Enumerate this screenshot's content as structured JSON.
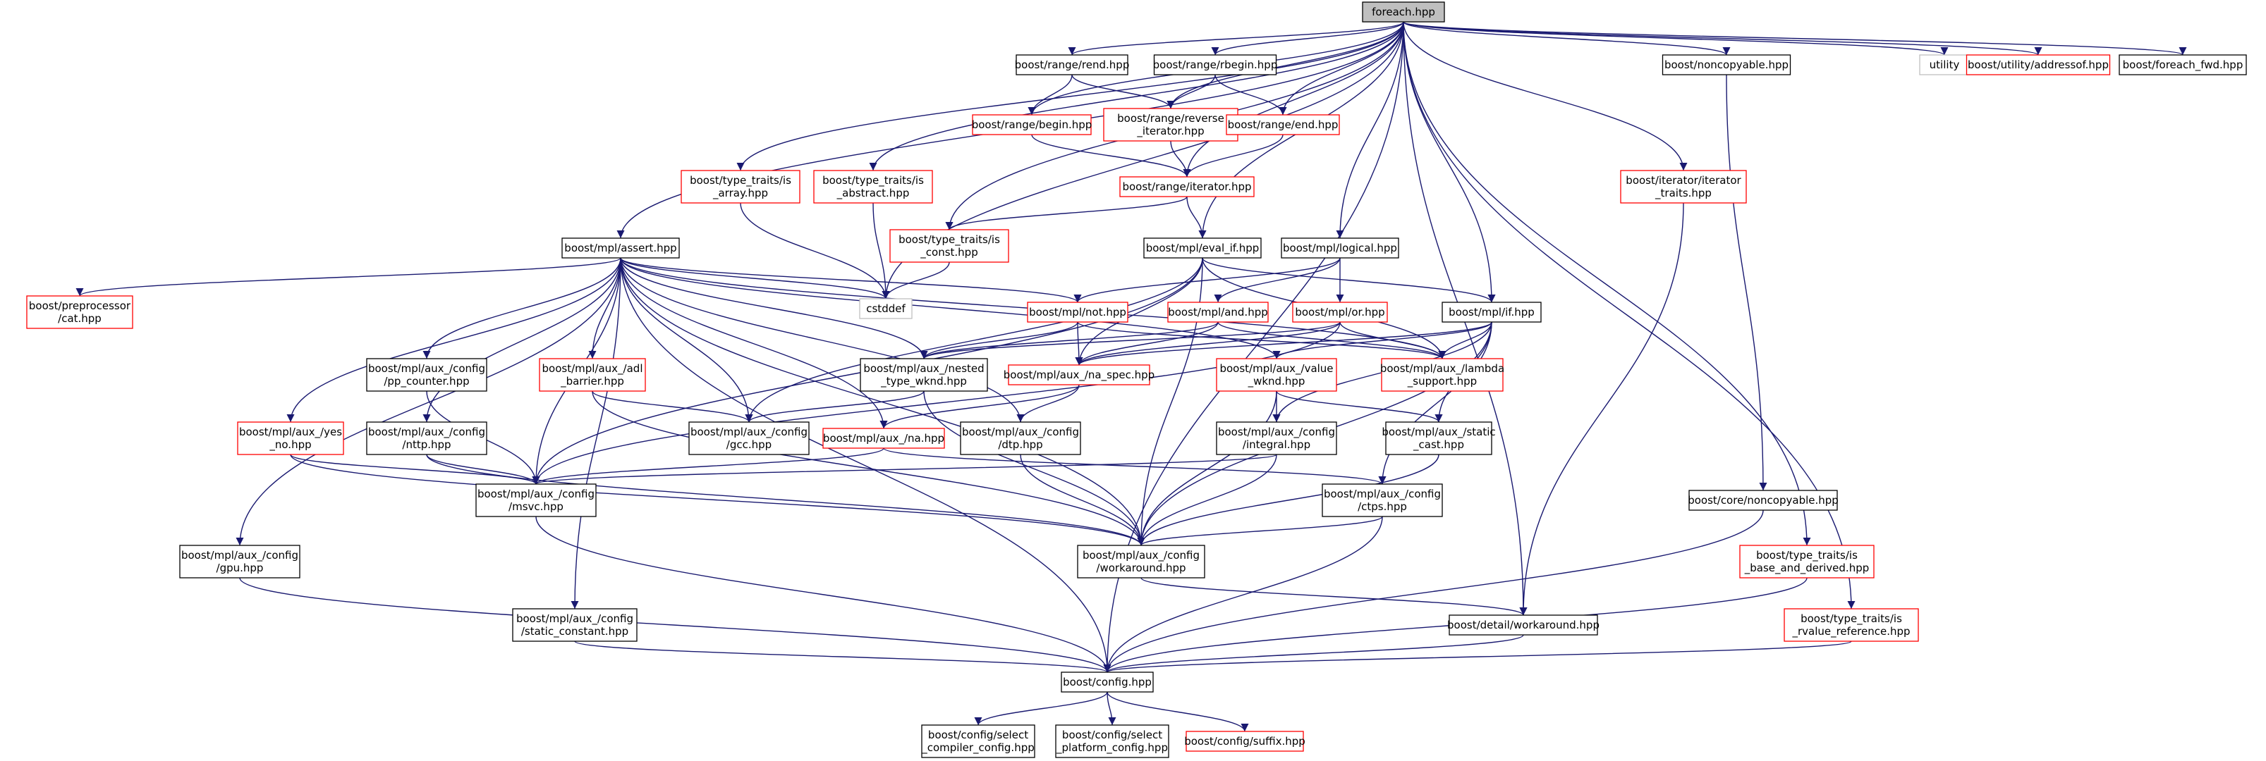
{
  "colors": {
    "edge": "#191970",
    "normal_border": "#000000",
    "missing_border": "#ff0000",
    "external_border": "#bfbfbf",
    "root_fill": "#bfbfbf",
    "background": "#ffffff"
  },
  "nodes": [
    {
      "id": "foreach",
      "label": "foreach.hpp",
      "style": "root"
    },
    {
      "id": "rend",
      "label": "boost/range/rend.hpp",
      "style": "normal"
    },
    {
      "id": "rbegin",
      "label": "boost/range/rbegin.hpp",
      "style": "normal"
    },
    {
      "id": "noncopyable",
      "label": "boost/noncopyable.hpp",
      "style": "normal"
    },
    {
      "id": "utility",
      "label": "utility",
      "style": "external"
    },
    {
      "id": "addressof",
      "label": "boost/utility/addressof.hpp",
      "style": "missing"
    },
    {
      "id": "foreach_fwd",
      "label": "boost/foreach_fwd.hpp",
      "style": "normal"
    },
    {
      "id": "begin",
      "label": "boost/range/begin.hpp",
      "style": "missing"
    },
    {
      "id": "reverse_iterator",
      "label": "boost/range/reverse\n_iterator.hpp",
      "style": "missing"
    },
    {
      "id": "end",
      "label": "boost/range/end.hpp",
      "style": "missing"
    },
    {
      "id": "is_array",
      "label": "boost/type_traits/is\n_array.hpp",
      "style": "missing"
    },
    {
      "id": "is_abstract",
      "label": "boost/type_traits/is\n_abstract.hpp",
      "style": "missing"
    },
    {
      "id": "range_iterator",
      "label": "boost/range/iterator.hpp",
      "style": "missing"
    },
    {
      "id": "iterator_traits",
      "label": "boost/iterator/iterator\n_traits.hpp",
      "style": "missing"
    },
    {
      "id": "is_const",
      "label": "boost/type_traits/is\n_const.hpp",
      "style": "missing"
    },
    {
      "id": "mpl_assert",
      "label": "boost/mpl/assert.hpp",
      "style": "normal"
    },
    {
      "id": "eval_if",
      "label": "boost/mpl/eval_if.hpp",
      "style": "normal"
    },
    {
      "id": "logical",
      "label": "boost/mpl/logical.hpp",
      "style": "normal"
    },
    {
      "id": "cstddef",
      "label": "cstddef",
      "style": "external"
    },
    {
      "id": "pp_cat",
      "label": "boost/preprocessor\n/cat.hpp",
      "style": "missing"
    },
    {
      "id": "mpl_not",
      "label": "boost/mpl/not.hpp",
      "style": "missing"
    },
    {
      "id": "mpl_and",
      "label": "boost/mpl/and.hpp",
      "style": "missing"
    },
    {
      "id": "mpl_or",
      "label": "boost/mpl/or.hpp",
      "style": "missing"
    },
    {
      "id": "mpl_if",
      "label": "boost/mpl/if.hpp",
      "style": "normal"
    },
    {
      "id": "pp_counter",
      "label": "boost/mpl/aux_/config\n/pp_counter.hpp",
      "style": "normal"
    },
    {
      "id": "adl_barrier",
      "label": "boost/mpl/aux_/adl\n_barrier.hpp",
      "style": "missing"
    },
    {
      "id": "nested_type_wknd",
      "label": "boost/mpl/aux_/nested\n_type_wknd.hpp",
      "style": "normal"
    },
    {
      "id": "na_spec",
      "label": "boost/mpl/aux_/na_spec.hpp",
      "style": "missing"
    },
    {
      "id": "value_wknd",
      "label": "boost/mpl/aux_/value\n_wknd.hpp",
      "style": "missing"
    },
    {
      "id": "lambda_support",
      "label": "boost/mpl/aux_/lambda\n_support.hpp",
      "style": "missing"
    },
    {
      "id": "yes_no",
      "label": "boost/mpl/aux_/yes\n_no.hpp",
      "style": "missing"
    },
    {
      "id": "nttp",
      "label": "boost/mpl/aux_/config\n/nttp.hpp",
      "style": "normal"
    },
    {
      "id": "gcc",
      "label": "boost/mpl/aux_/config\n/gcc.hpp",
      "style": "normal"
    },
    {
      "id": "mpl_na",
      "label": "boost/mpl/aux_/na.hpp",
      "style": "missing"
    },
    {
      "id": "dtp",
      "label": "boost/mpl/aux_/config\n/dtp.hpp",
      "style": "normal"
    },
    {
      "id": "integral",
      "label": "boost/mpl/aux_/config\n/integral.hpp",
      "style": "normal"
    },
    {
      "id": "static_cast",
      "label": "boost/mpl/aux_/static\n_cast.hpp",
      "style": "normal"
    },
    {
      "id": "msvc",
      "label": "boost/mpl/aux_/config\n/msvc.hpp",
      "style": "normal"
    },
    {
      "id": "ctps",
      "label": "boost/mpl/aux_/config\n/ctps.hpp",
      "style": "normal"
    },
    {
      "id": "core_noncopyable",
      "label": "boost/core/noncopyable.hpp",
      "style": "normal"
    },
    {
      "id": "gpu",
      "label": "boost/mpl/aux_/config\n/gpu.hpp",
      "style": "normal"
    },
    {
      "id": "mpl_workaround",
      "label": "boost/mpl/aux_/config\n/workaround.hpp",
      "style": "normal"
    },
    {
      "id": "base_and_derived",
      "label": "boost/type_traits/is\n_base_and_derived.hpp",
      "style": "missing"
    },
    {
      "id": "static_constant",
      "label": "boost/mpl/aux_/config\n/static_constant.hpp",
      "style": "normal"
    },
    {
      "id": "detail_workaround",
      "label": "boost/detail/workaround.hpp",
      "style": "normal"
    },
    {
      "id": "rvalue_reference",
      "label": "boost/type_traits/is\n_rvalue_reference.hpp",
      "style": "missing"
    },
    {
      "id": "config",
      "label": "boost/config.hpp",
      "style": "normal"
    },
    {
      "id": "select_compiler",
      "label": "boost/config/select\n_compiler_config.hpp",
      "style": "normal"
    },
    {
      "id": "select_platform",
      "label": "boost/config/select\n_platform_config.hpp",
      "style": "normal"
    },
    {
      "id": "suffix",
      "label": "boost/config/suffix.hpp",
      "style": "missing"
    }
  ],
  "edges": [
    [
      "foreach",
      "rend"
    ],
    [
      "foreach",
      "rbegin"
    ],
    [
      "foreach",
      "begin"
    ],
    [
      "foreach",
      "reverse_iterator"
    ],
    [
      "foreach",
      "end"
    ],
    [
      "foreach",
      "is_array"
    ],
    [
      "foreach",
      "is_abstract"
    ],
    [
      "foreach",
      "range_iterator"
    ],
    [
      "foreach",
      "is_const"
    ],
    [
      "foreach",
      "mpl_assert"
    ],
    [
      "foreach",
      "eval_if"
    ],
    [
      "foreach",
      "logical"
    ],
    [
      "foreach",
      "cstddef"
    ],
    [
      "foreach",
      "mpl_if"
    ],
    [
      "foreach",
      "iterator_traits"
    ],
    [
      "foreach",
      "noncopyable"
    ],
    [
      "foreach",
      "utility"
    ],
    [
      "foreach",
      "addressof"
    ],
    [
      "foreach",
      "foreach_fwd"
    ],
    [
      "foreach",
      "detail_workaround"
    ],
    [
      "foreach",
      "base_and_derived"
    ],
    [
      "foreach",
      "rvalue_reference"
    ],
    [
      "foreach",
      "config"
    ],
    [
      "rend",
      "begin"
    ],
    [
      "rend",
      "reverse_iterator"
    ],
    [
      "rbegin",
      "reverse_iterator"
    ],
    [
      "rbegin",
      "end"
    ],
    [
      "begin",
      "range_iterator"
    ],
    [
      "reverse_iterator",
      "range_iterator"
    ],
    [
      "end",
      "range_iterator"
    ],
    [
      "range_iterator",
      "is_const"
    ],
    [
      "range_iterator",
      "eval_if"
    ],
    [
      "is_array",
      "cstddef"
    ],
    [
      "is_abstract",
      "cstddef"
    ],
    [
      "is_const",
      "cstddef"
    ],
    [
      "noncopyable",
      "core_noncopyable"
    ],
    [
      "core_noncopyable",
      "config"
    ],
    [
      "iterator_traits",
      "detail_workaround"
    ],
    [
      "mpl_assert",
      "pp_cat"
    ],
    [
      "mpl_assert",
      "mpl_not"
    ],
    [
      "mpl_assert",
      "cstddef"
    ],
    [
      "mpl_assert",
      "pp_counter"
    ],
    [
      "mpl_assert",
      "adl_barrier"
    ],
    [
      "mpl_assert",
      "nested_type_wknd"
    ],
    [
      "mpl_assert",
      "value_wknd"
    ],
    [
      "mpl_assert",
      "yes_no"
    ],
    [
      "mpl_assert",
      "nttp"
    ],
    [
      "mpl_assert",
      "gcc"
    ],
    [
      "mpl_assert",
      "mpl_na"
    ],
    [
      "mpl_assert",
      "dtp"
    ],
    [
      "mpl_assert",
      "msvc"
    ],
    [
      "mpl_assert",
      "gpu"
    ],
    [
      "mpl_assert",
      "mpl_workaround"
    ],
    [
      "mpl_assert",
      "static_constant"
    ],
    [
      "mpl_assert",
      "config"
    ],
    [
      "mpl_assert",
      "lambda_support"
    ],
    [
      "eval_if",
      "mpl_if"
    ],
    [
      "eval_if",
      "na_spec"
    ],
    [
      "eval_if",
      "lambda_support"
    ],
    [
      "eval_if",
      "gcc"
    ],
    [
      "eval_if",
      "msvc"
    ],
    [
      "eval_if",
      "mpl_workaround"
    ],
    [
      "logical",
      "mpl_and"
    ],
    [
      "logical",
      "mpl_or"
    ],
    [
      "logical",
      "mpl_not"
    ],
    [
      "mpl_not",
      "nested_type_wknd"
    ],
    [
      "mpl_not",
      "na_spec"
    ],
    [
      "mpl_not",
      "lambda_support"
    ],
    [
      "mpl_and",
      "nested_type_wknd"
    ],
    [
      "mpl_and",
      "na_spec"
    ],
    [
      "mpl_and",
      "lambda_support"
    ],
    [
      "mpl_or",
      "nested_type_wknd"
    ],
    [
      "mpl_or",
      "na_spec"
    ],
    [
      "mpl_or",
      "lambda_support"
    ],
    [
      "mpl_or",
      "msvc"
    ],
    [
      "mpl_if",
      "value_wknd"
    ],
    [
      "mpl_if",
      "static_cast"
    ],
    [
      "mpl_if",
      "na_spec"
    ],
    [
      "mpl_if",
      "lambda_support"
    ],
    [
      "mpl_if",
      "integral"
    ],
    [
      "mpl_if",
      "ctps"
    ],
    [
      "mpl_if",
      "mpl_workaround"
    ],
    [
      "pp_counter",
      "msvc"
    ],
    [
      "adl_barrier",
      "gcc"
    ],
    [
      "adl_barrier",
      "mpl_workaround"
    ],
    [
      "nested_type_wknd",
      "gcc"
    ],
    [
      "nested_type_wknd",
      "mpl_workaround"
    ],
    [
      "na_spec",
      "mpl_na"
    ],
    [
      "na_spec",
      "dtp"
    ],
    [
      "value_wknd",
      "integral"
    ],
    [
      "value_wknd",
      "static_cast"
    ],
    [
      "value_wknd",
      "mpl_workaround"
    ],
    [
      "yes_no",
      "msvc"
    ],
    [
      "yes_no",
      "mpl_workaround"
    ],
    [
      "nttp",
      "msvc"
    ],
    [
      "nttp",
      "mpl_workaround"
    ],
    [
      "mpl_na",
      "msvc"
    ],
    [
      "mpl_na",
      "ctps"
    ],
    [
      "dtp",
      "mpl_workaround"
    ],
    [
      "integral",
      "msvc"
    ],
    [
      "integral",
      "mpl_workaround"
    ],
    [
      "static_cast",
      "mpl_workaround"
    ],
    [
      "msvc",
      "config"
    ],
    [
      "ctps",
      "mpl_workaround"
    ],
    [
      "ctps",
      "config"
    ],
    [
      "gpu",
      "config"
    ],
    [
      "mpl_workaround",
      "detail_workaround"
    ],
    [
      "static_constant",
      "config"
    ],
    [
      "detail_workaround",
      "config"
    ],
    [
      "base_and_derived",
      "config"
    ],
    [
      "rvalue_reference",
      "config"
    ],
    [
      "config",
      "select_compiler"
    ],
    [
      "config",
      "select_platform"
    ],
    [
      "config",
      "suffix"
    ]
  ]
}
